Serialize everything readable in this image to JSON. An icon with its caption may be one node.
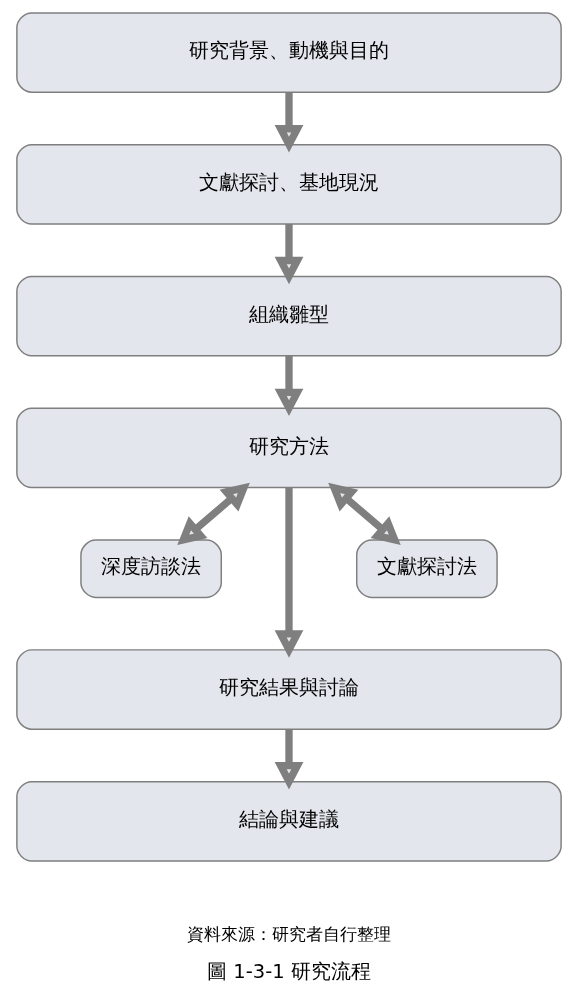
{
  "diagram": {
    "caption": "圖 1-3-1 研究流程",
    "nodes": [
      {
        "text": [
          "研究背景、動機與目的"
        ]
      },
      {
        "text": [
          "文獻探討、基地現況"
        ]
      },
      {
        "text": [
          "組織雛型"
        ]
      },
      {
        "text": [
          "研究方法"
        ]
      },
      {
        "text": [
          "深度訪談法"
        ]
      },
      {
        "text": [
          "文獻探討法"
        ]
      },
      {
        "text": [
          "研究結果與討論"
        ]
      },
      {
        "text": [
          "結論與建議"
        ]
      }
    ],
    "edges": [
      {
        "from": 0,
        "to": 1,
        "arrow": "to"
      },
      {
        "from": 1,
        "to": 2,
        "arrow": "to"
      },
      {
        "from": 2,
        "to": 3,
        "arrow": "to"
      },
      {
        "from": 3,
        "to": 4,
        "arrow": "both"
      },
      {
        "from": 3,
        "to": 6,
        "arrow": "to"
      },
      {
        "from": 3,
        "to": 5,
        "arrow": "both"
      },
      {
        "from": 6,
        "to": 7,
        "arrow": "to"
      }
    ],
    "labels": [
      "資料來源：研究者自行整理"
    ]
  }
}
